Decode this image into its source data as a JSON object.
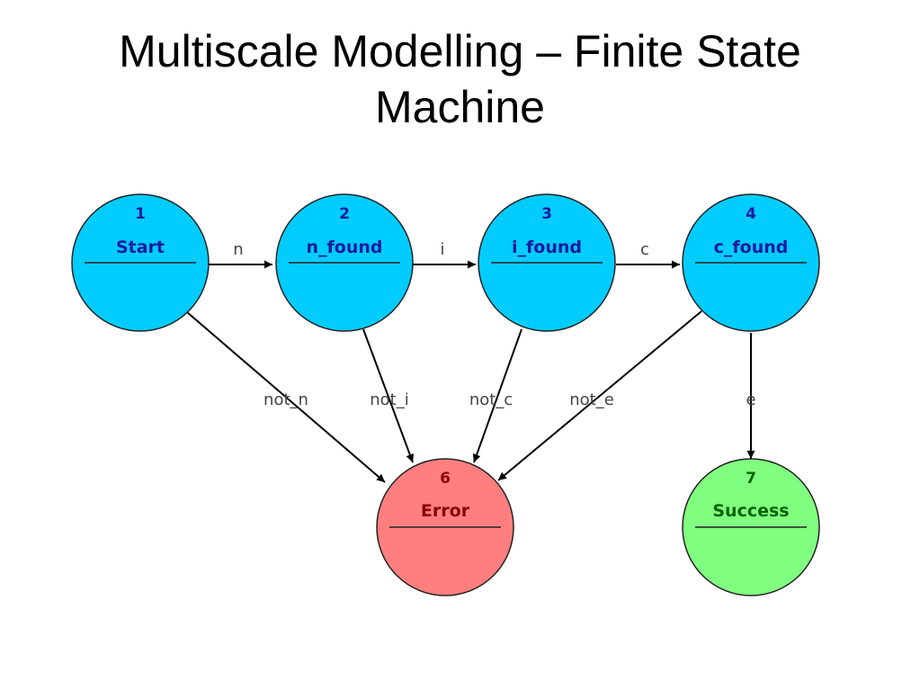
{
  "title": {
    "line1": "Multiscale Modelling – Finite State",
    "line2": "Machine"
  },
  "colors": {
    "active_state": "#00ccff",
    "active_text": "#1a1aa0",
    "error_state": "#ff7f7f",
    "error_text": "#8b0000",
    "success_state": "#80ff80",
    "success_text": "#006400",
    "edge": "#000000",
    "label": "#444444"
  },
  "states": [
    {
      "number": "1",
      "name": "Start"
    },
    {
      "number": "2",
      "name": "n_found"
    },
    {
      "number": "3",
      "name": "i_found"
    },
    {
      "number": "4",
      "name": "c_found"
    },
    {
      "number": "6",
      "name": "Error"
    },
    {
      "number": "7",
      "name": "Success"
    }
  ],
  "transitions": [
    {
      "from": "1",
      "to": "2",
      "label": "n"
    },
    {
      "from": "2",
      "to": "3",
      "label": "i"
    },
    {
      "from": "3",
      "to": "4",
      "label": "c"
    },
    {
      "from": "1",
      "to": "6",
      "label": "not_n"
    },
    {
      "from": "2",
      "to": "6",
      "label": "not_i"
    },
    {
      "from": "3",
      "to": "6",
      "label": "not_c"
    },
    {
      "from": "4",
      "to": "6",
      "label": "not_e"
    },
    {
      "from": "4",
      "to": "7",
      "label": "e"
    }
  ]
}
